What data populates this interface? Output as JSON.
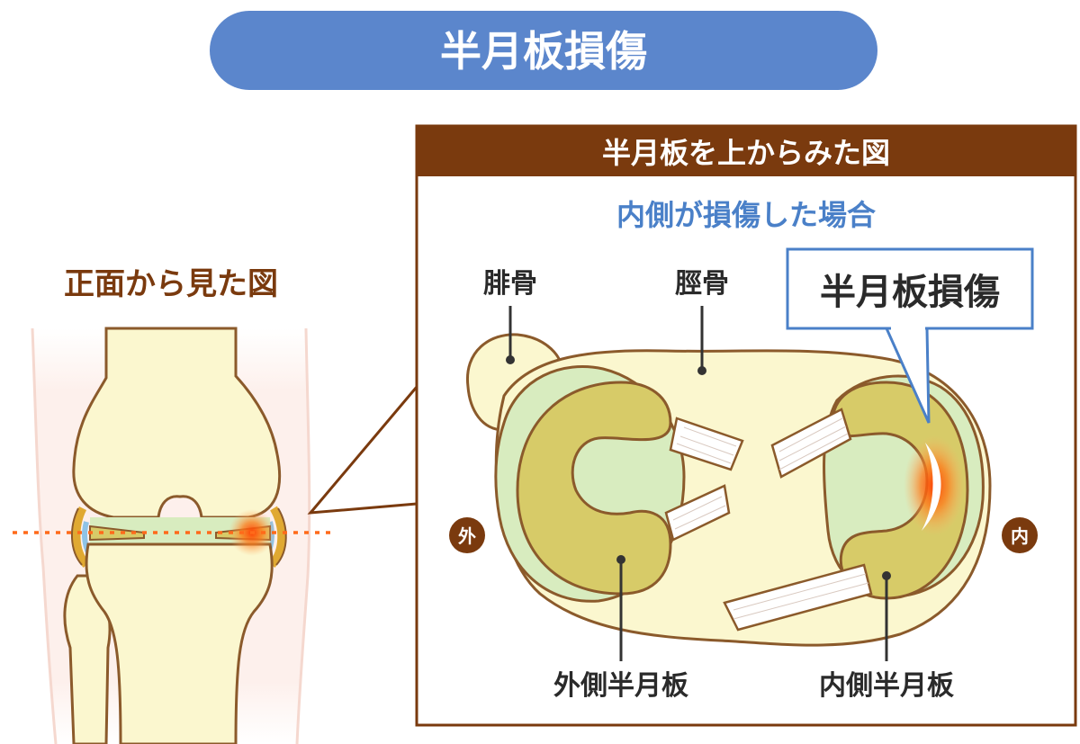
{
  "title": "半月板損傷",
  "front_view": {
    "heading": "正面から見た図"
  },
  "top_view": {
    "heading": "半月板を上からみた図",
    "subheading": "内側が損傷した場合",
    "callout": "半月板損傷",
    "labels": {
      "fibula": "腓骨",
      "tibia": "脛骨",
      "lateral_meniscus": "外側半月板",
      "medial_meniscus": "内側半月板",
      "outer_badge": "外",
      "inner_badge": "内"
    }
  },
  "colors": {
    "title_bg": "#5b86cc",
    "panel_brown": "#7a3a0e",
    "subheading_blue": "#4a80c8",
    "bone": "#fbf7cf",
    "meniscus": "#d7cb68",
    "cartilage": "#d8ecbf",
    "outline": "#8b5a2b",
    "injury": "#ff6a1a"
  }
}
